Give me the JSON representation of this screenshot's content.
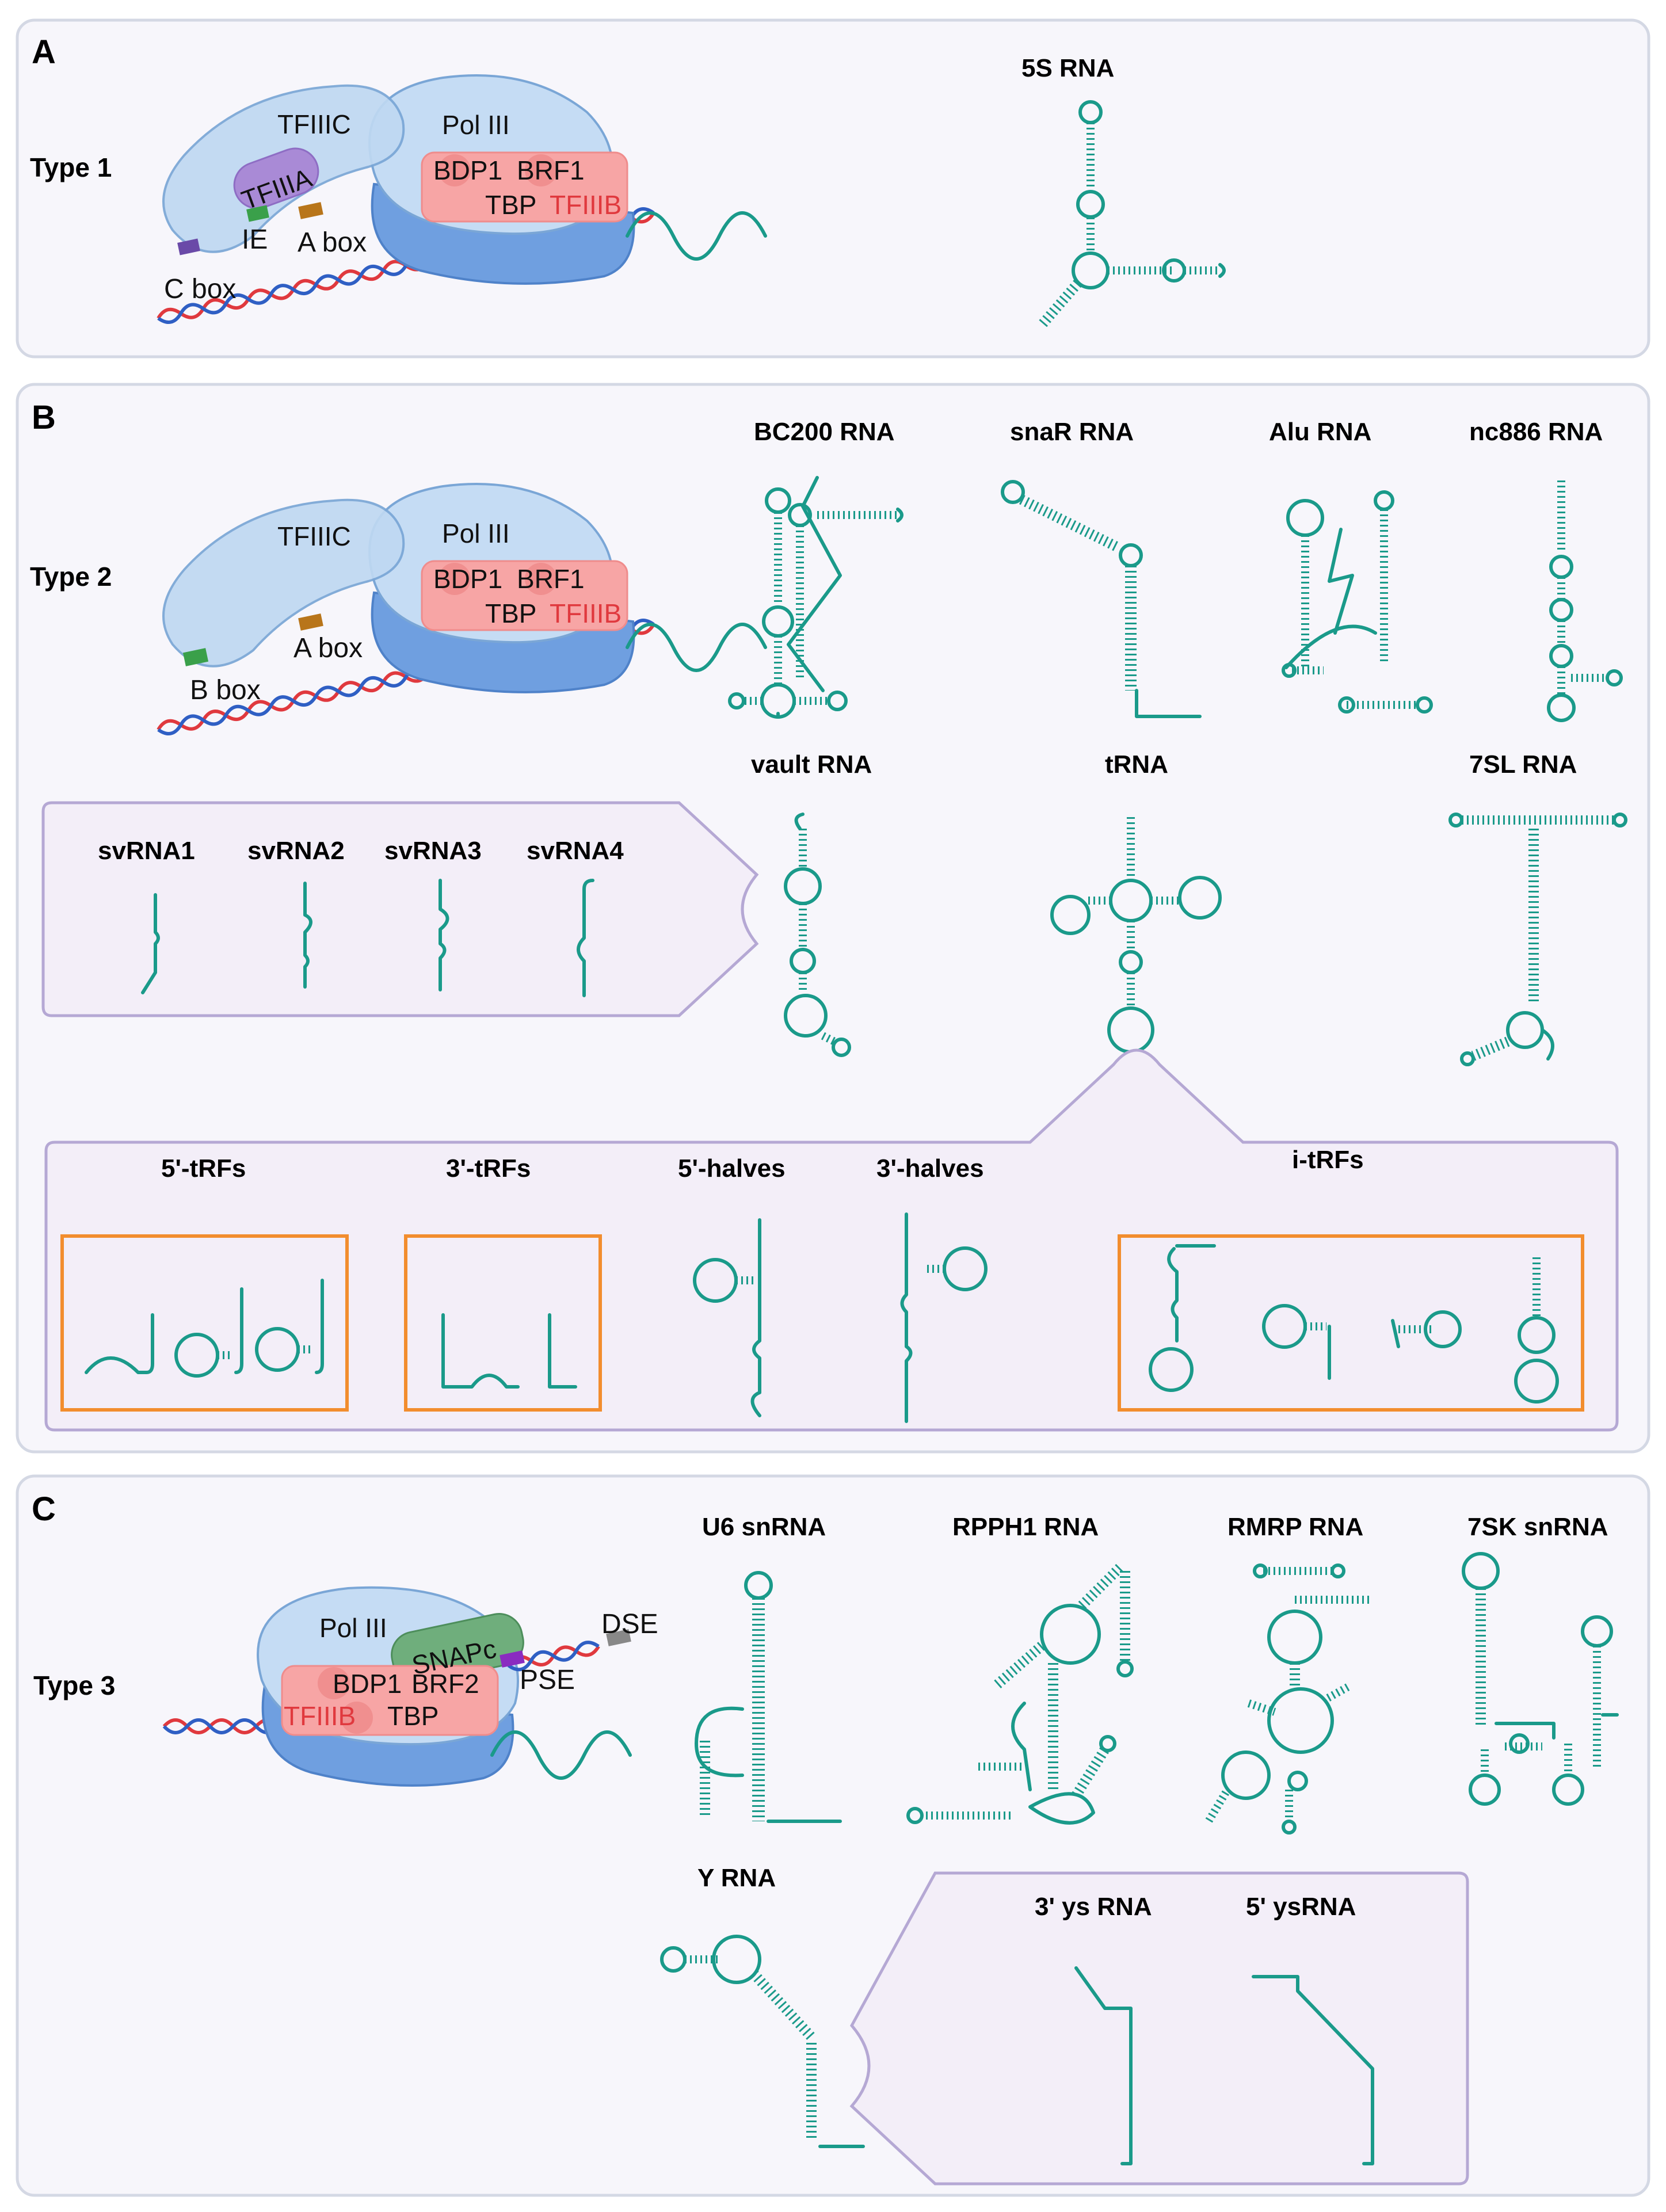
{
  "panels": {
    "A": {
      "letter": "A",
      "type_label": "Type 1",
      "complex": {
        "tfiiic": "TFIIIC",
        "tfiiia": "TFIIIA",
        "pol": "Pol III",
        "bdp1": "BDP1",
        "brf": "BRF1",
        "tbp": "TBP",
        "tfiiib": "TFIIIB"
      },
      "elements": {
        "ie": "IE",
        "a_box": "A box",
        "c_box": "C box"
      },
      "rnas": [
        "5S RNA"
      ]
    },
    "B": {
      "letter": "B",
      "type_label": "Type 2",
      "complex": {
        "tfiiic": "TFIIIC",
        "pol": "Pol III",
        "bdp1": "BDP1",
        "brf": "BRF1",
        "tbp": "TBP",
        "tfiiib": "TFIIIB"
      },
      "elements": {
        "a_box": "A box",
        "b_box": "B box"
      },
      "rnas": [
        "BC200 RNA",
        "snaR RNA",
        "Alu RNA",
        "nc886 RNA",
        "vault RNA",
        "tRNA",
        "7SL RNA"
      ],
      "vault_fragments": [
        "svRNA1",
        "svRNA2",
        "svRNA3",
        "svRNA4"
      ],
      "trna_fragments": [
        "5'-tRFs",
        "3'-tRFs",
        "5'-halves",
        "3'-halves",
        "i-tRFs"
      ]
    },
    "C": {
      "letter": "C",
      "type_label": "Type 3",
      "complex": {
        "pol": "Pol III",
        "snapc": "SNAPc",
        "bdp1": "BDP1",
        "brf": "BRF2",
        "tbp": "TBP",
        "tfiiib": "TFIIIB"
      },
      "elements": {
        "pse": "PSE",
        "dse": "DSE"
      },
      "rnas": [
        "U6 snRNA",
        "RPPH1 RNA",
        "RMRP RNA",
        "7SK snRNA",
        "Y RNA"
      ],
      "y_fragments": [
        "3' ys RNA",
        "5' ysRNA"
      ]
    }
  },
  "colors": {
    "rna": "#1a9a8a",
    "pol": "#6f9fe0",
    "tfiiic": "#bfd8f2",
    "tfiiib": "#f7a5a5",
    "tfiiia": "#a98ad6",
    "snapc": "#6fae7c",
    "highlight_box": "#f28d2e"
  },
  "icons": [
    "rna-secondary-structure",
    "dna-double-helix",
    "pol-iii-complex"
  ]
}
